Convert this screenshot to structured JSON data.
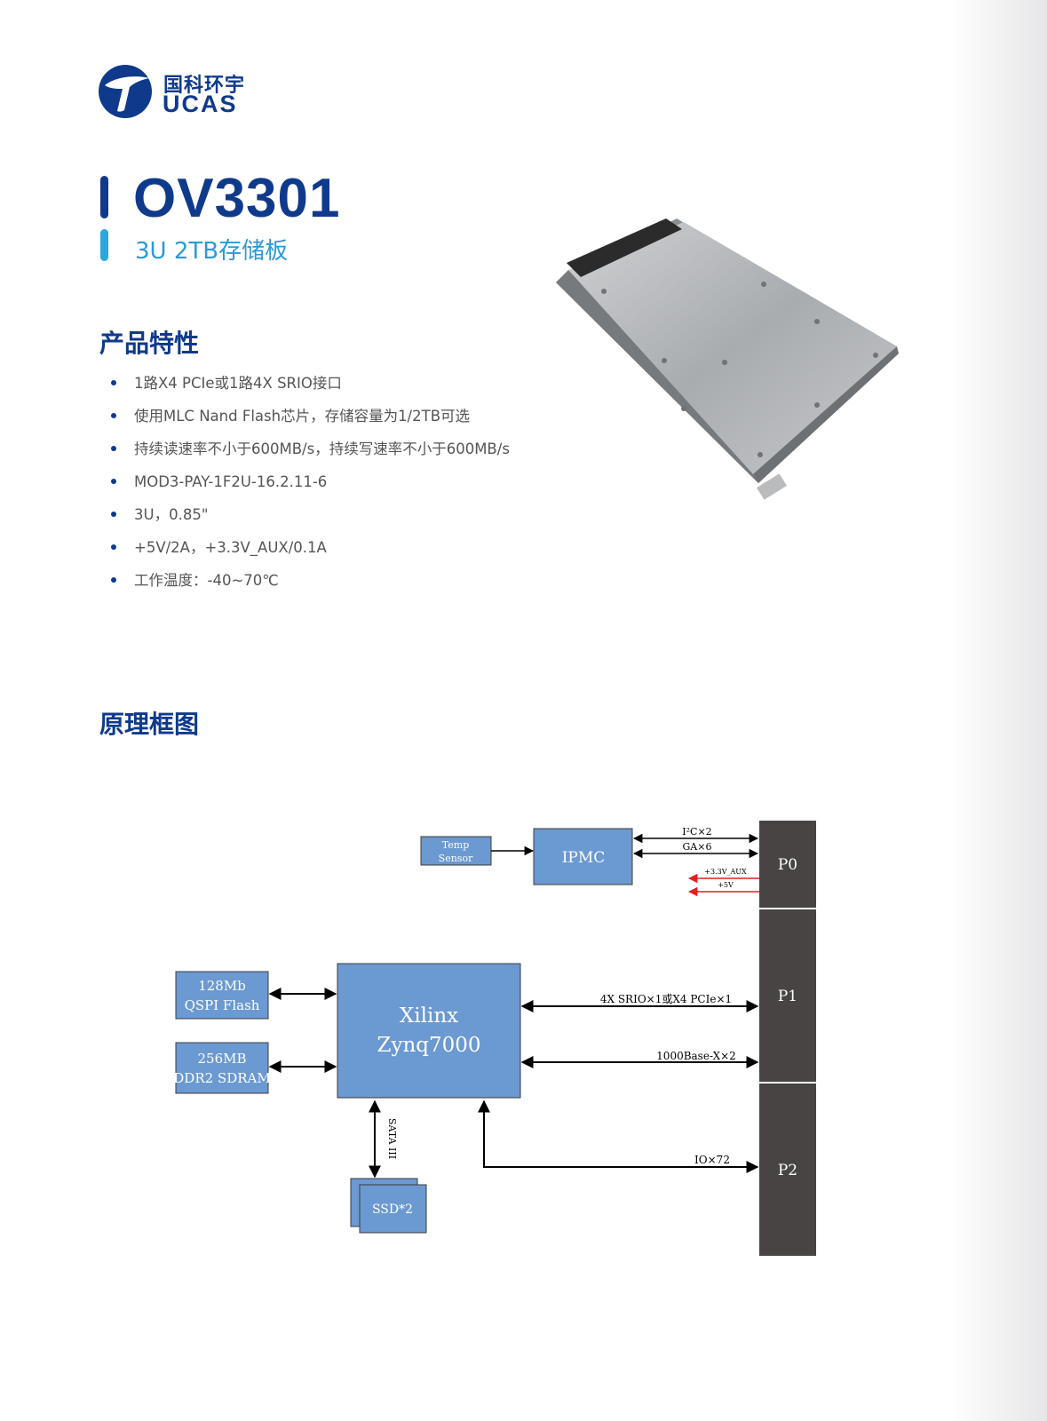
{
  "brand": {
    "name_cn": "国科环宇",
    "name_en": "UCAS"
  },
  "product": {
    "model": "OV3301",
    "subtitle": "3U 2TB存储板"
  },
  "features": {
    "title": "产品特性",
    "items": [
      "1路X4 PCIe或1路4X SRIO接口",
      "使用MLC Nand Flash芯片，存储容量为1/2TB可选",
      "持续读速率不小于600MB/s，持续写速率不小于600MB/s",
      "MOD3-PAY-1F2U-16.2.11-6",
      "3U，0.85\"",
      "+5V/2A，+3.3V_AUX/0.1A",
      "工作温度：-40~70℃"
    ]
  },
  "diagram": {
    "title": "原理框图",
    "colors": {
      "block": "#6b99d1",
      "connector": "#474443",
      "power_arrow": "#e02020"
    },
    "blocks": {
      "temp_sensor": [
        "Temp",
        "Sensor"
      ],
      "ipmc": "IPMC",
      "fpga": [
        "Xilinx",
        "Zynq7000"
      ],
      "qspi": [
        "128Mb",
        "QSPI Flash"
      ],
      "ddr": [
        "256MB",
        "DDR2 SDRAM"
      ],
      "ssd": "SSD*2"
    },
    "connectors": [
      "P0",
      "P1",
      "P2"
    ],
    "links": {
      "i2c": "I²C×2",
      "ga": "GA×6",
      "aux": "+3.3V_AUX",
      "v5": "+5V",
      "srio": "4X SRIO×1或X4 PCIe×1",
      "base": "1000Base-X×2",
      "io": "IO×72",
      "sata": "SATA III"
    }
  }
}
